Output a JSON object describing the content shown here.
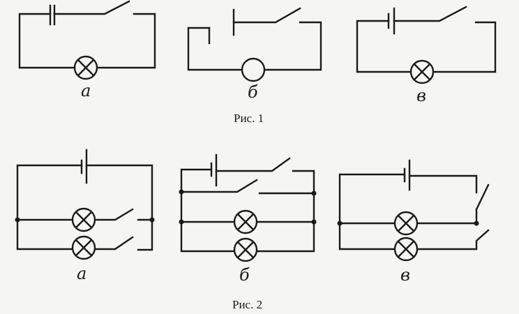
{
  "figure1": {
    "caption": "Рис. 1",
    "labels": [
      "а",
      "б",
      "в"
    ]
  },
  "figure2": {
    "caption": "Рис. 2",
    "labels": [
      "а",
      "б",
      "в"
    ]
  }
}
